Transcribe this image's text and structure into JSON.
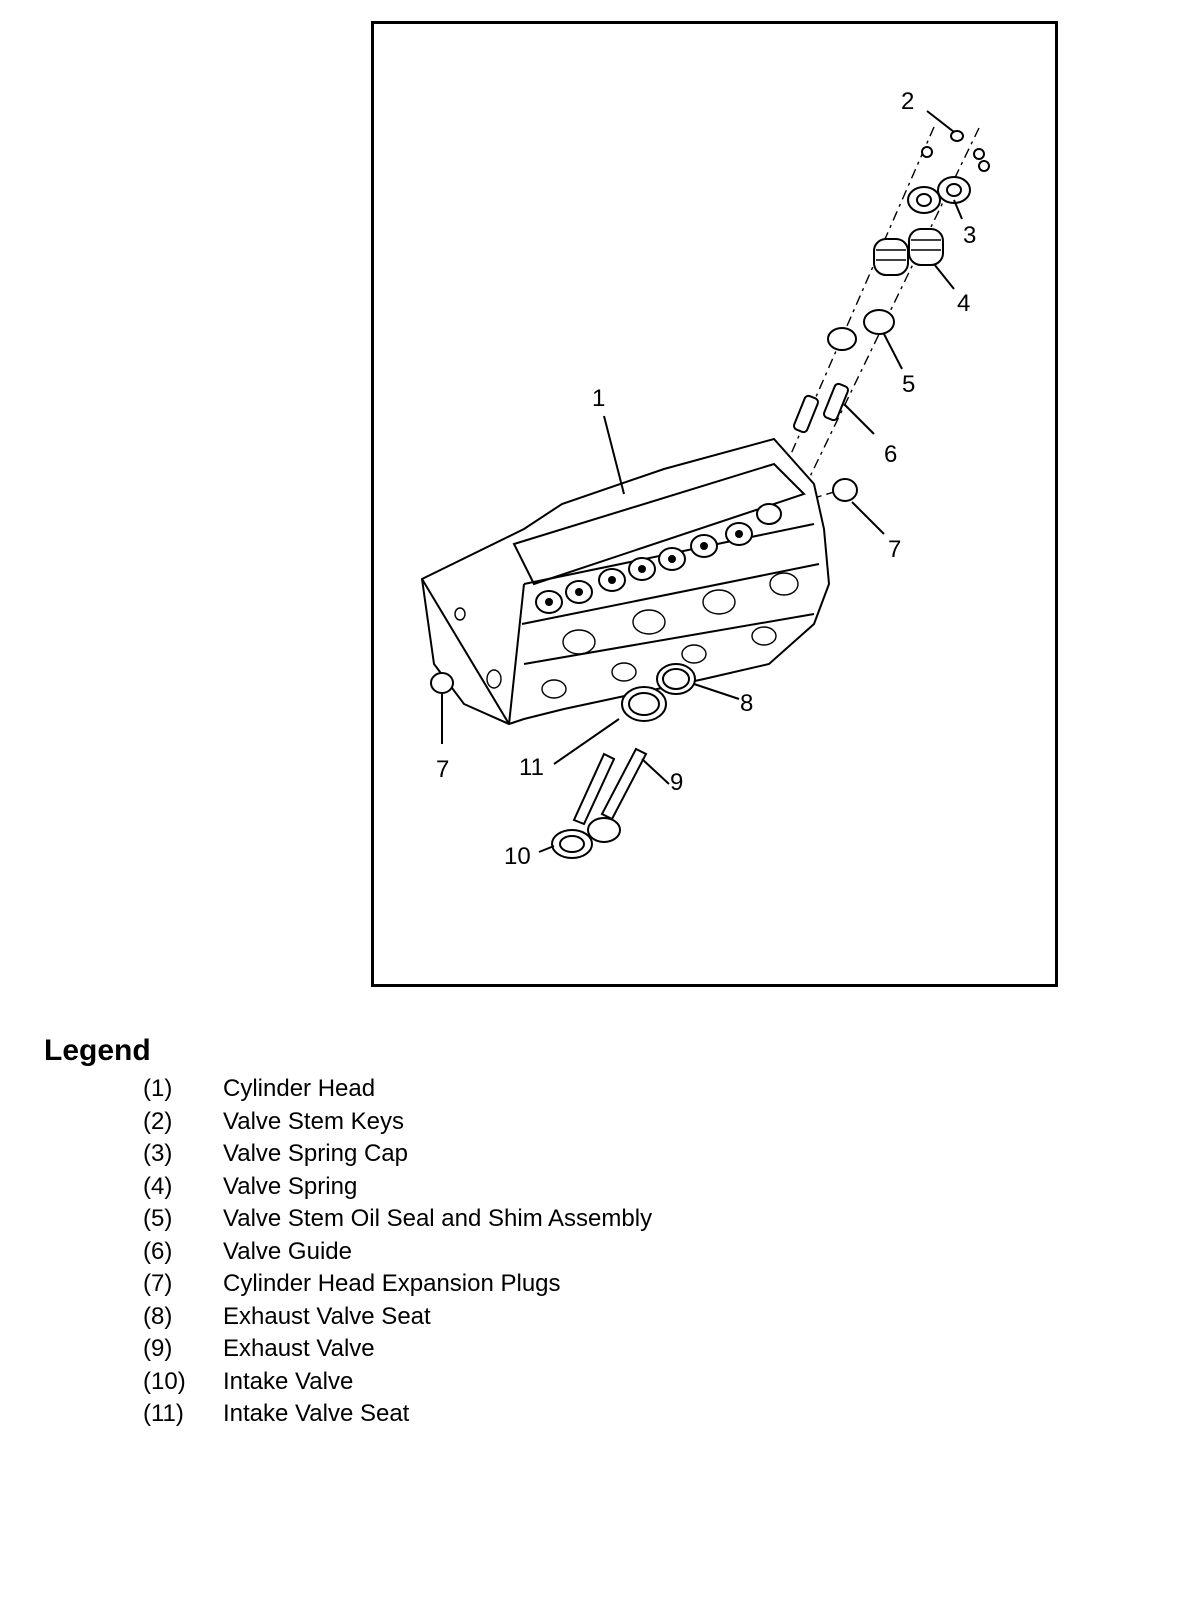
{
  "diagram": {
    "callouts": [
      "1",
      "2",
      "3",
      "4",
      "5",
      "6",
      "7",
      "7",
      "8",
      "9",
      "10",
      "11"
    ]
  },
  "legend": {
    "title": "Legend",
    "items": [
      {
        "num": "(1)",
        "label": "Cylinder Head"
      },
      {
        "num": "(2)",
        "label": "Valve Stem Keys"
      },
      {
        "num": "(3)",
        "label": "Valve Spring Cap"
      },
      {
        "num": "(4)",
        "label": "Valve Spring"
      },
      {
        "num": "(5)",
        "label": "Valve Stem Oil Seal and Shim Assembly"
      },
      {
        "num": "(6)",
        "label": "Valve Guide"
      },
      {
        "num": "(7)",
        "label": "Cylinder Head Expansion Plugs"
      },
      {
        "num": "(8)",
        "label": "Exhaust Valve Seat"
      },
      {
        "num": "(9)",
        "label": "Exhaust Valve"
      },
      {
        "num": "(10)",
        "label": "Intake Valve"
      },
      {
        "num": "(11)",
        "label": "Intake Valve Seat"
      }
    ]
  }
}
